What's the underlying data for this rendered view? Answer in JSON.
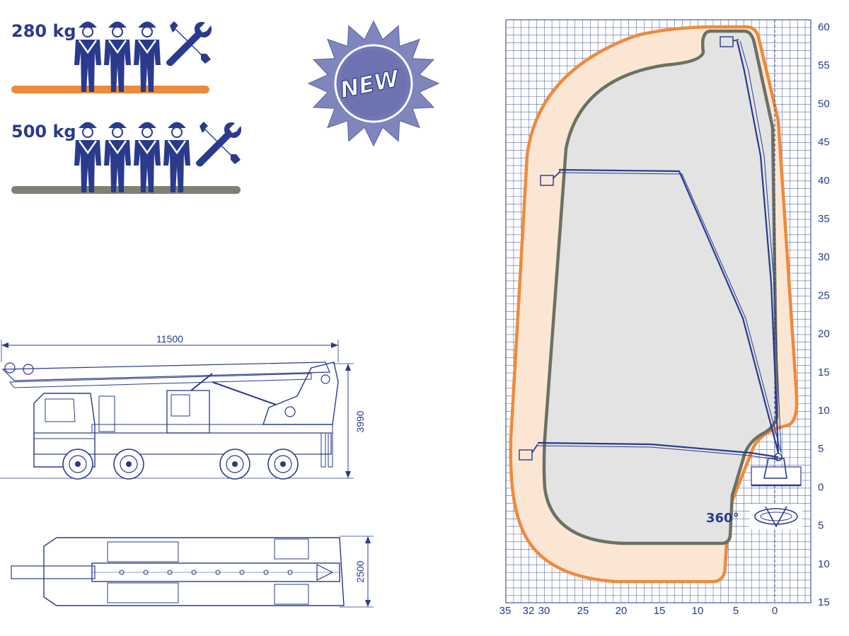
{
  "payloads": [
    {
      "label": "280 kg",
      "workers": 3,
      "tools": true,
      "color": "#ee8a3c"
    },
    {
      "label": "500 kg",
      "workers": 4,
      "tools": true,
      "color": "#7d8370"
    }
  ],
  "badge": {
    "text": "NEW",
    "color": "#7f85bd"
  },
  "truck_side": {
    "length_dim": "11500",
    "height_dim": "3990"
  },
  "truck_top": {
    "width_dim": "2500"
  },
  "working_range": {
    "x_ticks": [
      "35",
      "32",
      "30",
      "25",
      "20",
      "15",
      "10",
      "5",
      "0"
    ],
    "y_ticks": [
      "60",
      "55",
      "50",
      "45",
      "40",
      "35",
      "30",
      "25",
      "20",
      "15",
      "10",
      "5",
      "0",
      "5",
      "10",
      "15"
    ],
    "rotation_label": "360°",
    "outer_envelope_color": "#ee8a3c",
    "outer_fill": "#fbe6d4",
    "inner_envelope_color": "#6b7163",
    "inner_fill": "#e3e3e3",
    "grid_color": "#2a3a8c"
  },
  "colors": {
    "primary": "#2a3a8c"
  }
}
